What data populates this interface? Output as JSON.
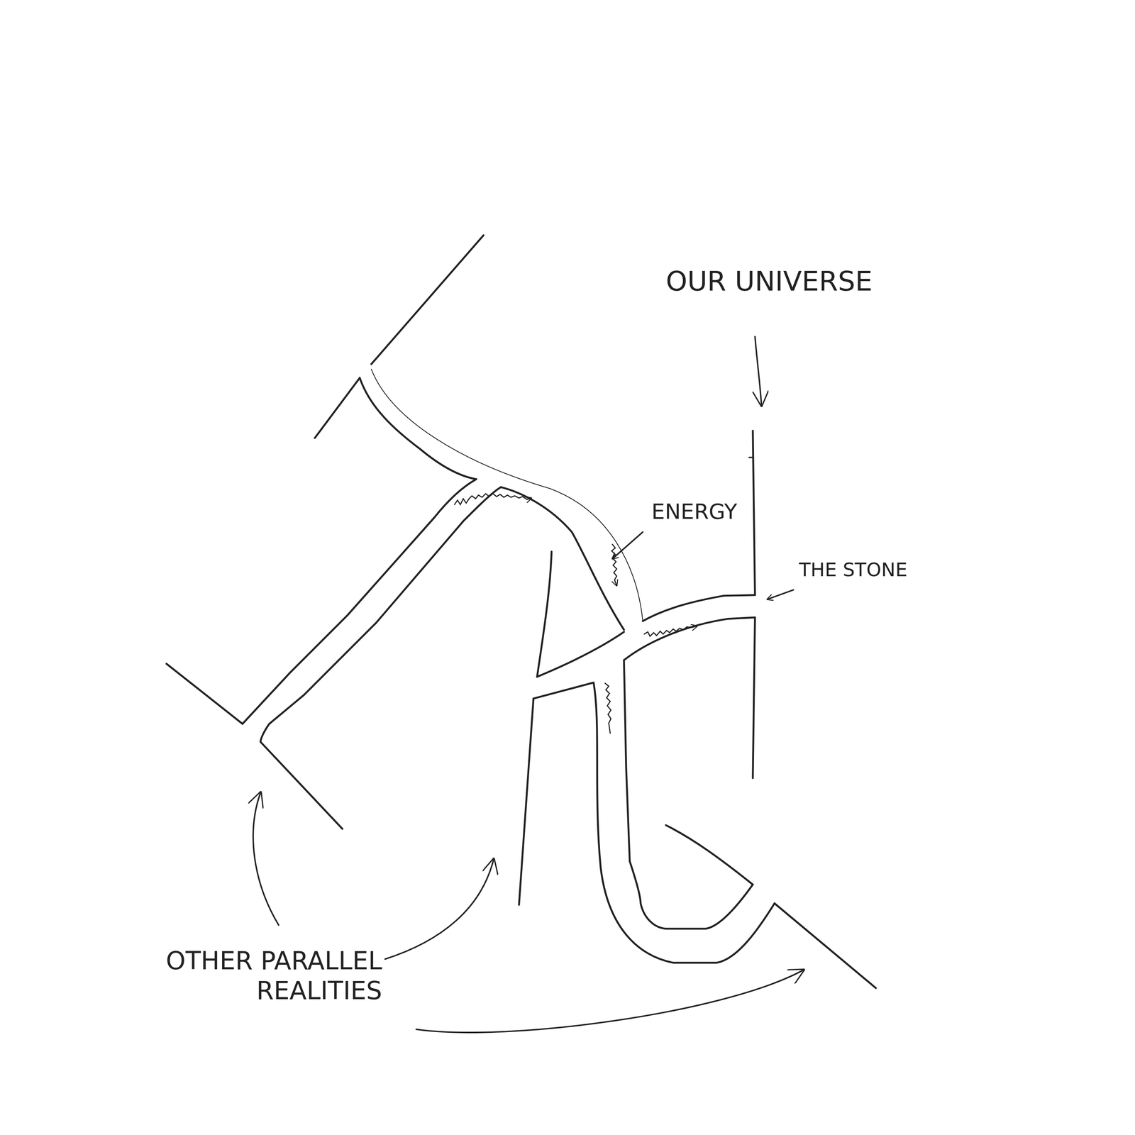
{
  "diagram": {
    "labels": [
      "OUR UNIVERSE",
      "ENERGY",
      "THE STONE",
      "OTHER PARALLEL REALITIES"
    ]
  }
}
